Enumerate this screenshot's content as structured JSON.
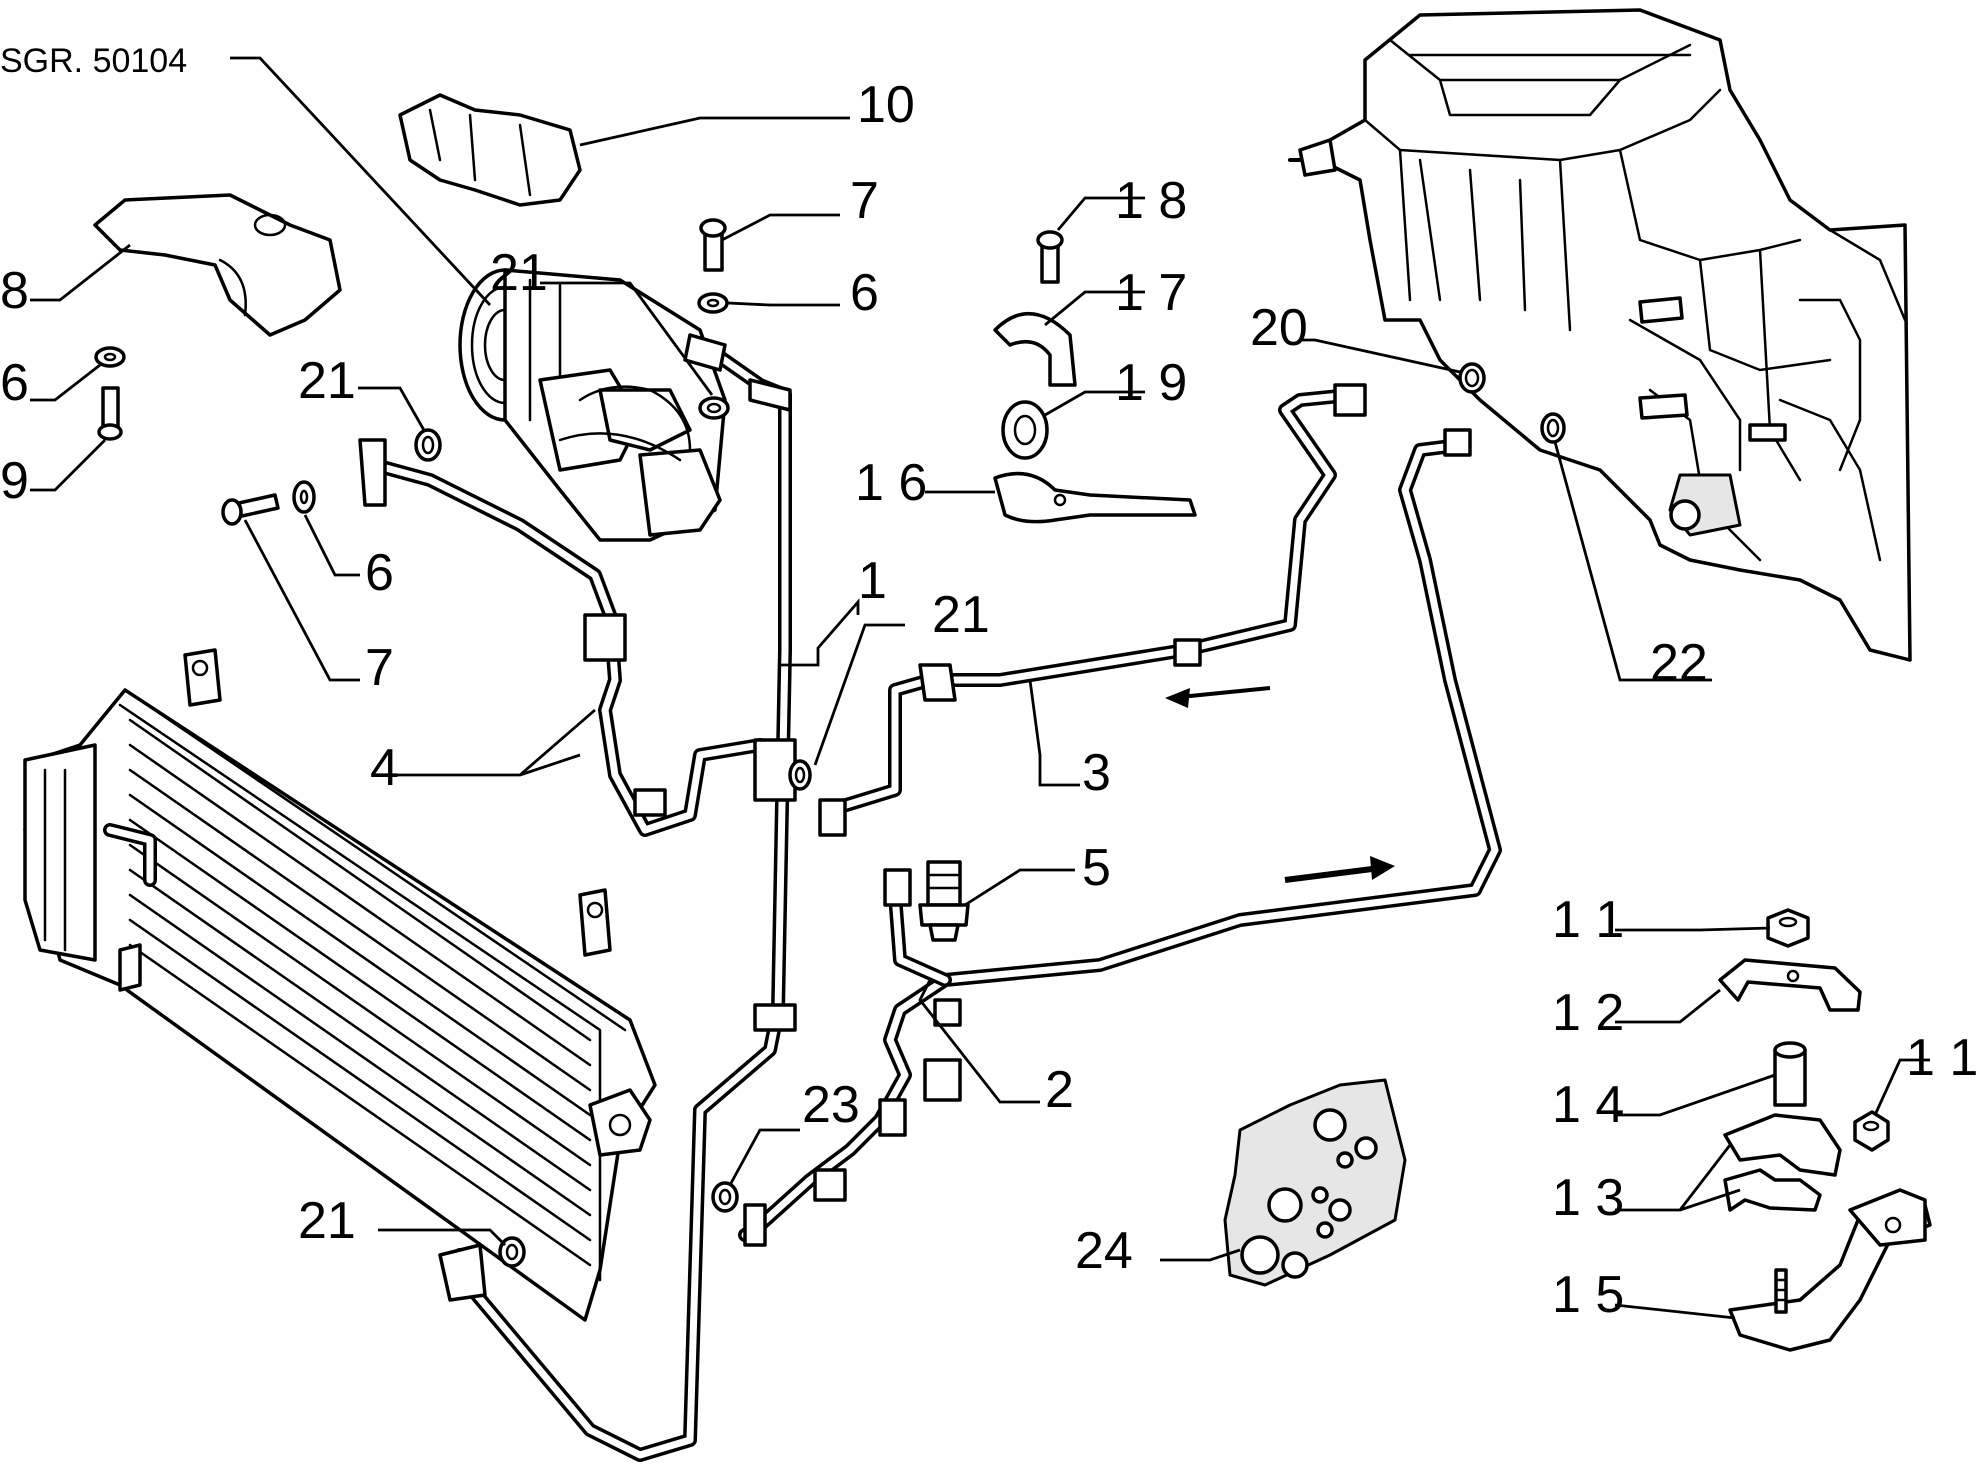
{
  "diagram": {
    "reference": "SGR. 50104",
    "callouts": {
      "c1": "1",
      "c2": "2",
      "c3": "3",
      "c4": "4",
      "c5": "5",
      "c6a": "6",
      "c6b": "6",
      "c6c": "6",
      "c7a": "7",
      "c7b": "7",
      "c8": "8",
      "c9": "9",
      "c10": "10",
      "c11a": "1 1",
      "c11b": "1 1",
      "c12": "1 2",
      "c13": "1 3",
      "c14": "1 4",
      "c15": "1 5",
      "c16": "1 6",
      "c17": "1 7",
      "c18": "1 8",
      "c19": "1 9",
      "c20": "20",
      "c21a": "21",
      "c21b": "21",
      "c21c": "21",
      "c21d": "21",
      "c22": "22",
      "c23": "23",
      "c24": "24"
    }
  }
}
